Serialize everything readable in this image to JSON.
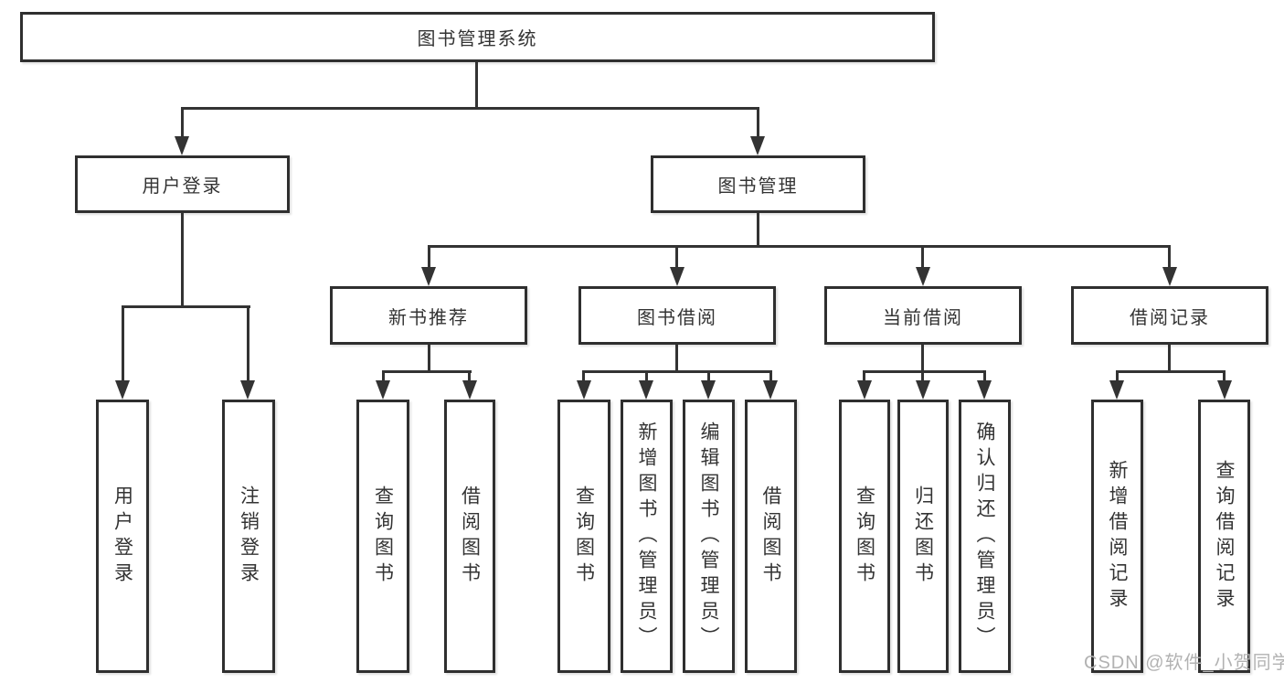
{
  "diagram": {
    "root": {
      "label": "图书管理系统",
      "children": [
        {
          "id": "user-login",
          "label": "用户登录",
          "children": [
            {
              "label": "用户登录"
            },
            {
              "label": "注销登录"
            }
          ]
        },
        {
          "id": "book-management",
          "label": "图书管理",
          "children": [
            {
              "id": "new-book-recommend",
              "label": "新书推荐",
              "children": [
                {
                  "label": "查询图书"
                },
                {
                  "label": "借阅图书"
                }
              ]
            },
            {
              "id": "book-borrowing",
              "label": "图书借阅",
              "children": [
                {
                  "label": "查询图书"
                },
                {
                  "label": "新增图书（管理员）"
                },
                {
                  "label": "编辑图书（管理员）"
                },
                {
                  "label": "借阅图书"
                }
              ]
            },
            {
              "id": "current-borrowing",
              "label": "当前借阅",
              "children": [
                {
                  "label": "查询图书"
                },
                {
                  "label": "归还图书"
                },
                {
                  "label": "确认归还（管理员）"
                }
              ]
            },
            {
              "id": "borrowing-records",
              "label": "借阅记录",
              "children": [
                {
                  "label": "新增借阅记录"
                },
                {
                  "label": "查询借阅记录"
                }
              ]
            }
          ]
        }
      ]
    }
  },
  "watermark": {
    "text": "CSDN @软件_小贺同学"
  },
  "colors": {
    "background": "#ffffff",
    "box_bg": "#ffffff",
    "box_border": "#2f2f2f",
    "line": "#333333",
    "text": "#333333",
    "watermark": "#b2b2b2"
  }
}
